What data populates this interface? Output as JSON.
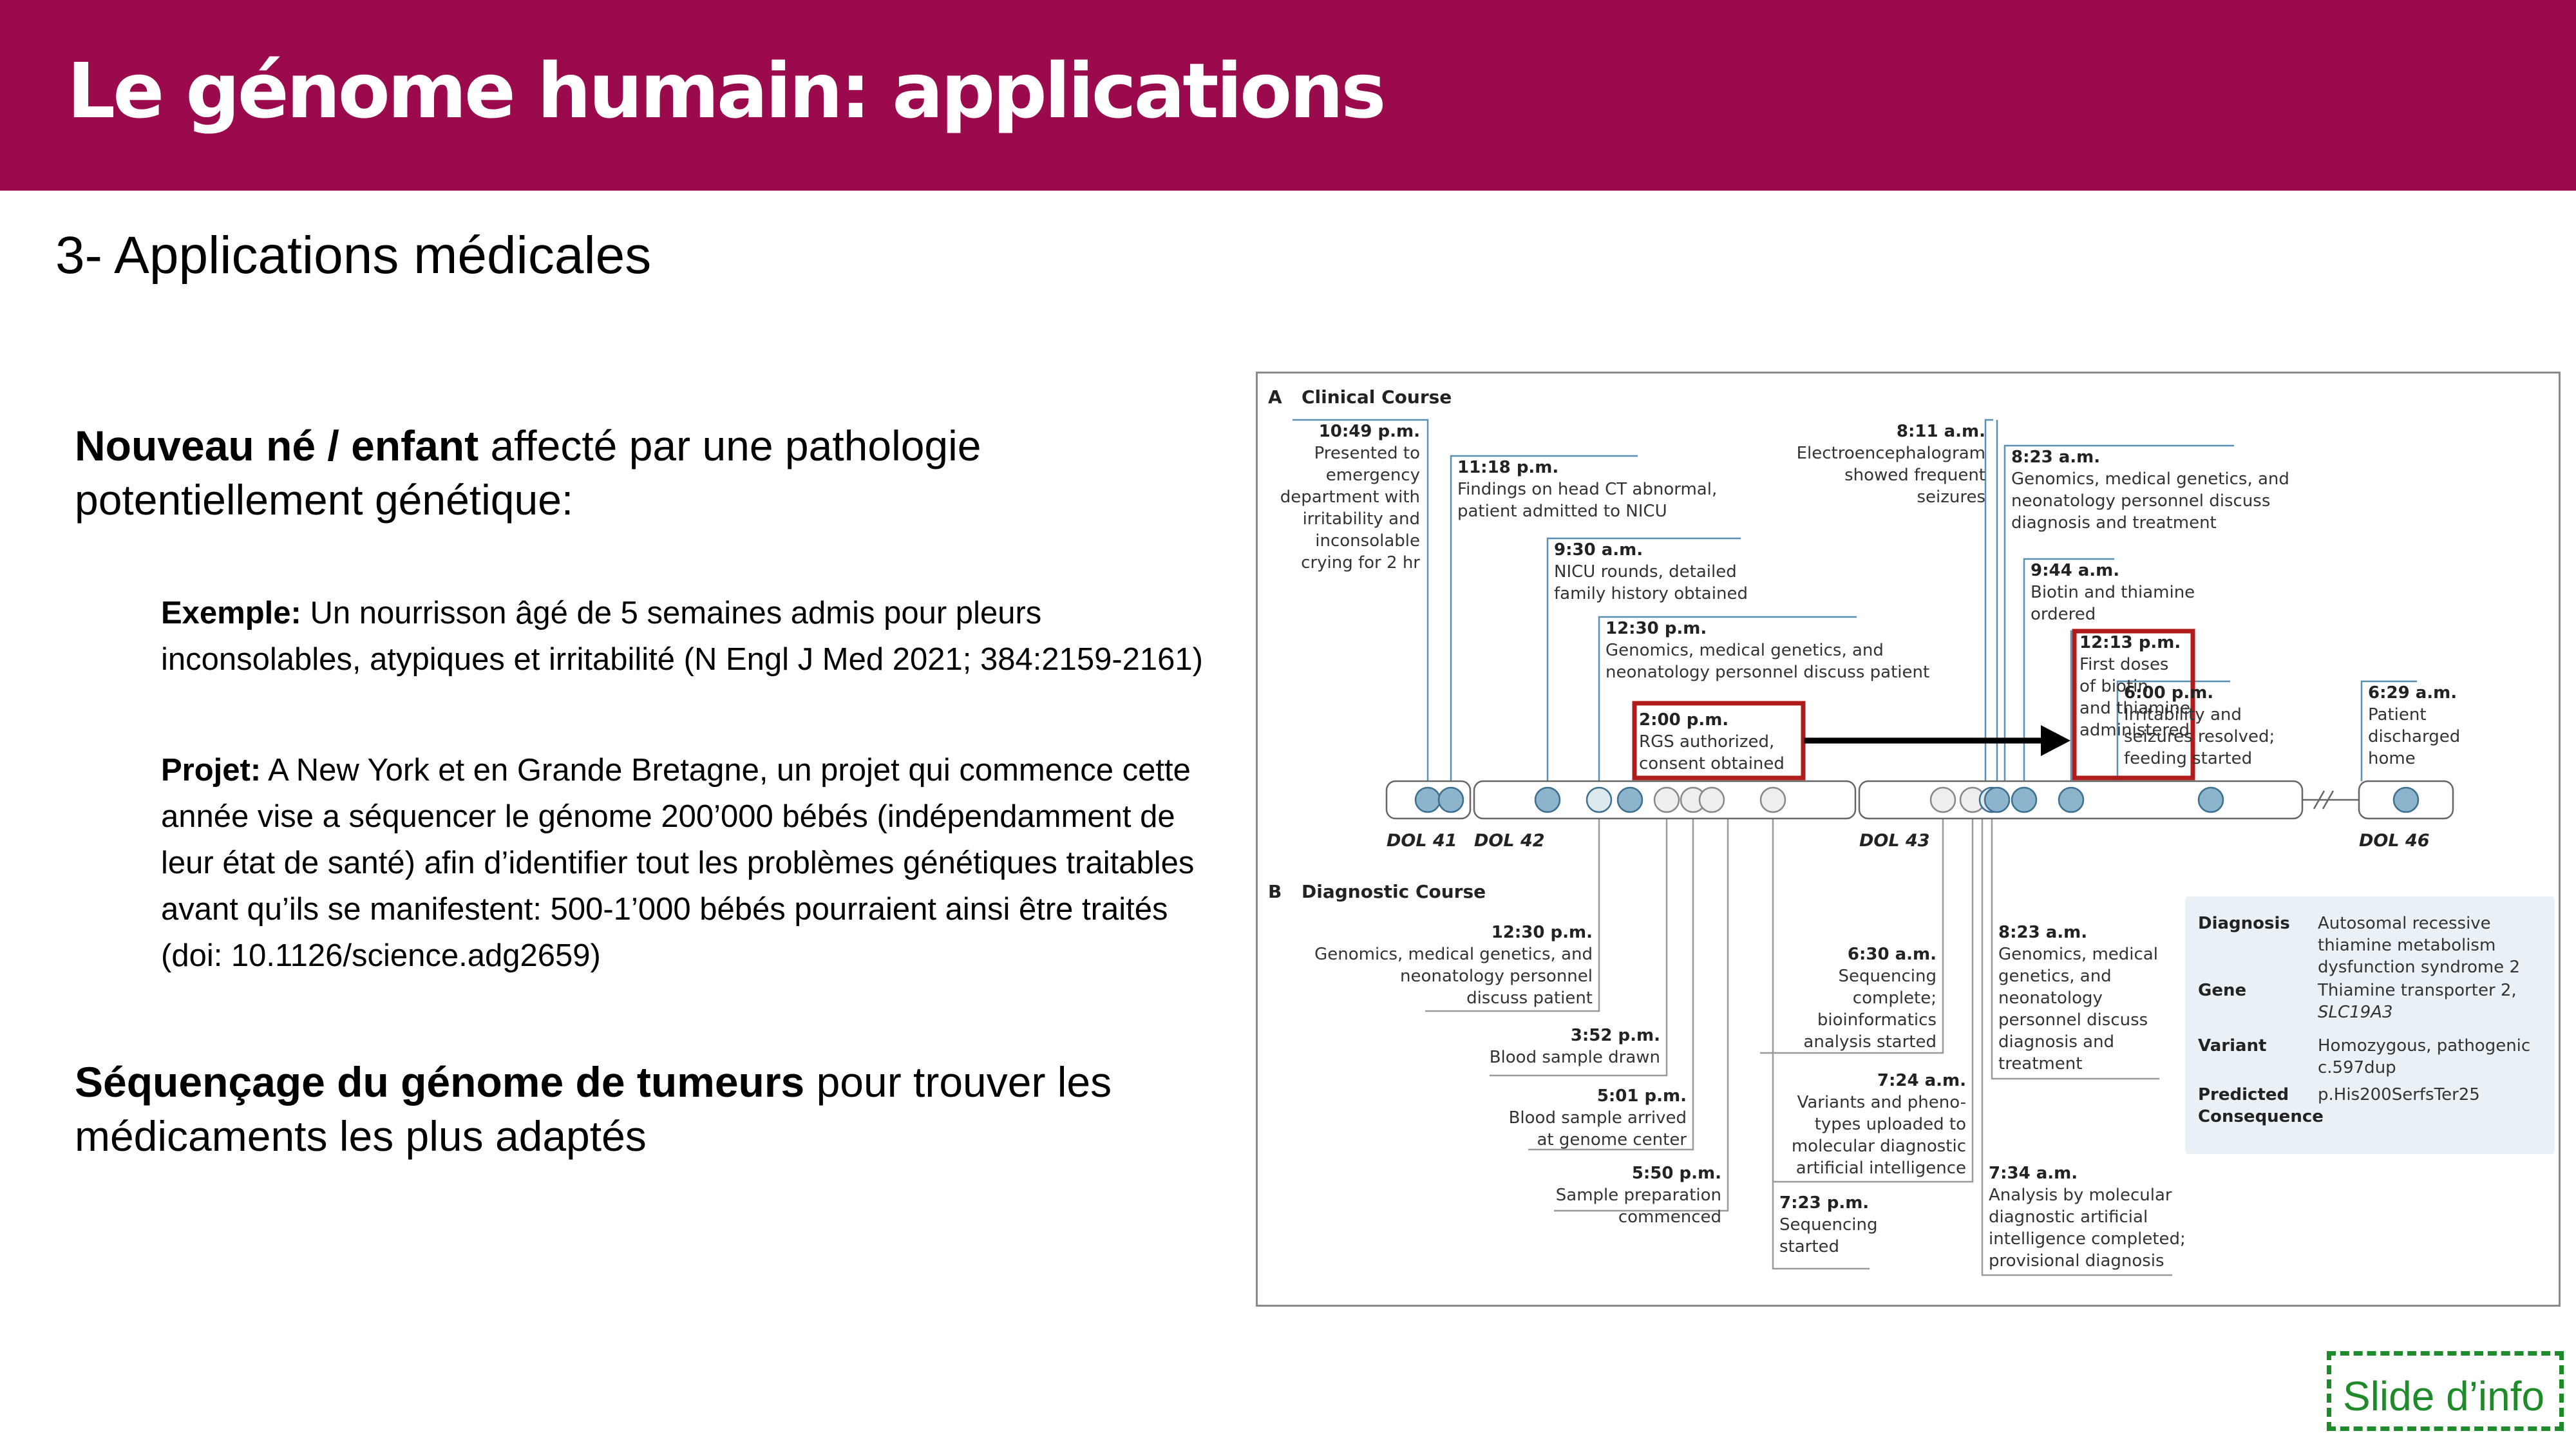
{
  "header": {
    "title": "Le génome humain: applications"
  },
  "subtitle": "3- Applications médicales",
  "intro": {
    "bold": "Nouveau né / enfant",
    "rest": " affecté par une pathologie",
    "line2": "potentiellement génétique:"
  },
  "example": {
    "label": "Exemple:",
    "line1": " Un nourrisson âgé de 5 semaines admis pour pleurs",
    "line2": "inconsolables, atypiques et irritabilité (N Engl J Med 2021; 384:2159-2161)"
  },
  "project": {
    "label": "Projet:",
    "line1": " A New York et en Grande Bretagne, un projet qui commence cette",
    "line2": "année vise a séquencer le génome 200’000 bébés (indépendamment de",
    "line3": "leur état de santé) afin d’identifier tout les problèmes génétiques traitables",
    "line4": "avant qu’ils se manifestent: 500-1’000 bébés pourraient ainsi être traités",
    "line5": "(doi: 10.1126/science.adg2659)"
  },
  "tumor": {
    "bold": "Séquençage du génome de tumeurs",
    "rest": " pour trouver les",
    "line2": "médicaments les plus adaptés"
  },
  "figure": {
    "section_a": {
      "letter": "A",
      "title": "Clinical Course"
    },
    "section_b": {
      "letter": "B",
      "title": "Diagnostic Course"
    },
    "days": [
      "DOL 41",
      "DOL 42",
      "DOL 43",
      "DOL 46"
    ],
    "clinical": [
      {
        "time": "10:49 p.m.",
        "lines": [
          "Presented to",
          "emergency",
          "department with",
          "irritability and",
          "inconsolable",
          "crying for 2 hr"
        ]
      },
      {
        "time": "11:18 p.m.",
        "lines": [
          "Findings on head CT abnormal,",
          "patient admitted to NICU"
        ]
      },
      {
        "time": "9:30 a.m.",
        "lines": [
          "NICU rounds, detailed",
          "family history obtained"
        ]
      },
      {
        "time": "12:30 p.m.",
        "lines": [
          "Genomics, medical genetics, and",
          "neonatology personnel discuss patient"
        ]
      },
      {
        "time": "2:00 p.m.",
        "lines": [
          "RGS authorized,",
          "consent obtained"
        ]
      },
      {
        "time": "8:11 a.m.",
        "lines": [
          "Electroencephalogram",
          "showed frequent",
          "seizures"
        ]
      },
      {
        "time": "8:23 a.m.",
        "lines": [
          "Genomics, medical genetics, and",
          "neonatology personnel discuss",
          "diagnosis and treatment"
        ]
      },
      {
        "time": "9:44 a.m.",
        "lines": [
          "Biotin and thiamine",
          "ordered"
        ]
      },
      {
        "time": "12:13 p.m.",
        "lines": [
          "First doses",
          "of biotin",
          "and thiamine",
          "administered"
        ]
      },
      {
        "time": "6:00 p.m.",
        "lines": [
          "Irritability and",
          "seizures resolved;",
          "feeding started"
        ]
      },
      {
        "time": "6:29 a.m.",
        "lines": [
          "Patient",
          "discharged",
          "home"
        ]
      }
    ],
    "diagnostic": [
      {
        "time": "12:30 p.m.",
        "lines": [
          "Genomics, medical genetics, and",
          "neonatology personnel",
          "discuss patient"
        ]
      },
      {
        "time": "3:52 p.m.",
        "lines": [
          "Blood sample drawn"
        ]
      },
      {
        "time": "5:01 p.m.",
        "lines": [
          "Blood sample arrived",
          "at genome center"
        ]
      },
      {
        "time": "5:50 p.m.",
        "lines": [
          "Sample preparation",
          "commenced"
        ]
      },
      {
        "time": "7:23 p.m.",
        "lines": [
          "Sequencing",
          "started"
        ]
      },
      {
        "time": "6:30 a.m.",
        "lines": [
          "Sequencing",
          "complete;",
          "bioinformatics",
          "analysis started"
        ]
      },
      {
        "time": "7:24 a.m.",
        "lines": [
          "Variants and pheno-",
          "types uploaded to",
          "molecular diagnostic",
          "artificial intelligence"
        ]
      },
      {
        "time": "8:23 a.m.",
        "lines": [
          "Genomics, medical",
          "genetics, and",
          "neonatology",
          "personnel discuss",
          "diagnosis and",
          "treatment"
        ]
      },
      {
        "time": "7:34 a.m.",
        "lines": [
          "Analysis by molecular",
          "diagnostic artificial",
          "intelligence completed;",
          "provisional diagnosis"
        ]
      }
    ],
    "diagnosis_table": [
      {
        "label": [
          "Diagnosis"
        ],
        "value": [
          "Autosomal recessive",
          "thiamine metabolism",
          "dysfunction syndrome 2"
        ]
      },
      {
        "label": [
          "Gene"
        ],
        "value": [
          "Thiamine transporter 2,",
          "SLC19A3"
        ]
      },
      {
        "label": [
          "Variant"
        ],
        "value": [
          "Homozygous, pathogenic",
          "c.597dup"
        ]
      },
      {
        "label": [
          "Predicted",
          "Consequence"
        ],
        "value": [
          "p.His200SerfsTer25"
        ]
      }
    ]
  },
  "badge": "Slide d’info",
  "colors": {
    "header": "#9c0a4e",
    "highlight_box": "#b01c1c",
    "timeline_line": "#5b8fb0",
    "badge": "#1f8a2a"
  }
}
